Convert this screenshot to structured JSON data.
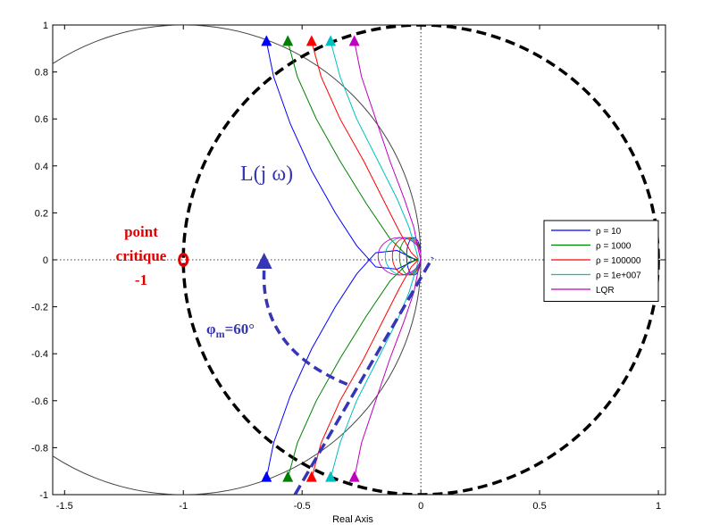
{
  "chart_data": {
    "type": "line",
    "title": "",
    "xlabel": "Real Axis",
    "ylabel": "",
    "xlim": [
      -1.55,
      1.03
    ],
    "ylim": [
      -1,
      1
    ],
    "xticks": [
      "-1.5",
      "-1",
      "-0.5",
      "0",
      "0.5",
      "1"
    ],
    "yticks": [
      "1",
      "0.8",
      "0.6",
      "0.4",
      "0.2",
      "0",
      "-0.2",
      "-0.4",
      "-0.6",
      "-0.8",
      "-1"
    ],
    "grid": false,
    "legend_position": "right",
    "series": [
      {
        "name": "ρ = 10",
        "color": "#0000ff",
        "upper": [
          [
            -0.65,
            0.93
          ],
          [
            -0.62,
            0.78
          ],
          [
            -0.55,
            0.58
          ],
          [
            -0.46,
            0.38
          ],
          [
            -0.36,
            0.2
          ],
          [
            -0.27,
            0.06
          ],
          [
            -0.19,
            -0.03
          ],
          [
            -0.1,
            -0.04
          ],
          [
            -0.02,
            0.0
          ]
        ]
      },
      {
        "name": "ρ = 1000",
        "color": "#008000",
        "upper": [
          [
            -0.56,
            0.93
          ],
          [
            -0.52,
            0.78
          ],
          [
            -0.44,
            0.6
          ],
          [
            -0.34,
            0.42
          ],
          [
            -0.23,
            0.24
          ],
          [
            -0.13,
            0.09
          ],
          [
            -0.05,
            0.01
          ],
          [
            -0.01,
            0.0
          ]
        ]
      },
      {
        "name": "ρ = 100000",
        "color": "#ff0000",
        "upper": [
          [
            -0.46,
            0.93
          ],
          [
            -0.42,
            0.78
          ],
          [
            -0.34,
            0.6
          ],
          [
            -0.24,
            0.42
          ],
          [
            -0.15,
            0.24
          ],
          [
            -0.09,
            0.12
          ],
          [
            -0.04,
            0.03
          ],
          [
            -0.01,
            0.0
          ]
        ]
      },
      {
        "name": "ρ = 1e+007",
        "color": "#00bfbf",
        "upper": [
          [
            -0.38,
            0.93
          ],
          [
            -0.34,
            0.78
          ],
          [
            -0.27,
            0.6
          ],
          [
            -0.18,
            0.42
          ],
          [
            -0.1,
            0.26
          ],
          [
            -0.05,
            0.14
          ],
          [
            -0.02,
            0.04
          ],
          [
            -0.01,
            0.0
          ]
        ]
      },
      {
        "name": "LQR",
        "color": "#bf00bf",
        "upper": [
          [
            -0.28,
            0.93
          ],
          [
            -0.25,
            0.78
          ],
          [
            -0.19,
            0.6
          ],
          [
            -0.13,
            0.42
          ],
          [
            -0.07,
            0.26
          ],
          [
            -0.03,
            0.14
          ],
          [
            -0.01,
            0.04
          ],
          [
            0.0,
            0.0
          ]
        ]
      }
    ],
    "unit_circle": {
      "center": [
        0,
        0
      ],
      "radius": 1,
      "style": "dashed",
      "color": "#000000"
    },
    "m_circle": {
      "center": [
        -1,
        0
      ],
      "radius": 1,
      "color": "#000000"
    },
    "critical_point": [
      -1,
      0
    ],
    "phase_margin_line": {
      "from": [
        -0.53,
        -1.0
      ],
      "to": [
        0.05,
        0.01
      ]
    },
    "annotations": {
      "point_line1": "point",
      "point_line2": "critique",
      "point_line3": "-1",
      "L_label": "L(j ω)",
      "phi_label": "φ",
      "phi_sub": "m",
      "phi_value": "=60°"
    }
  }
}
